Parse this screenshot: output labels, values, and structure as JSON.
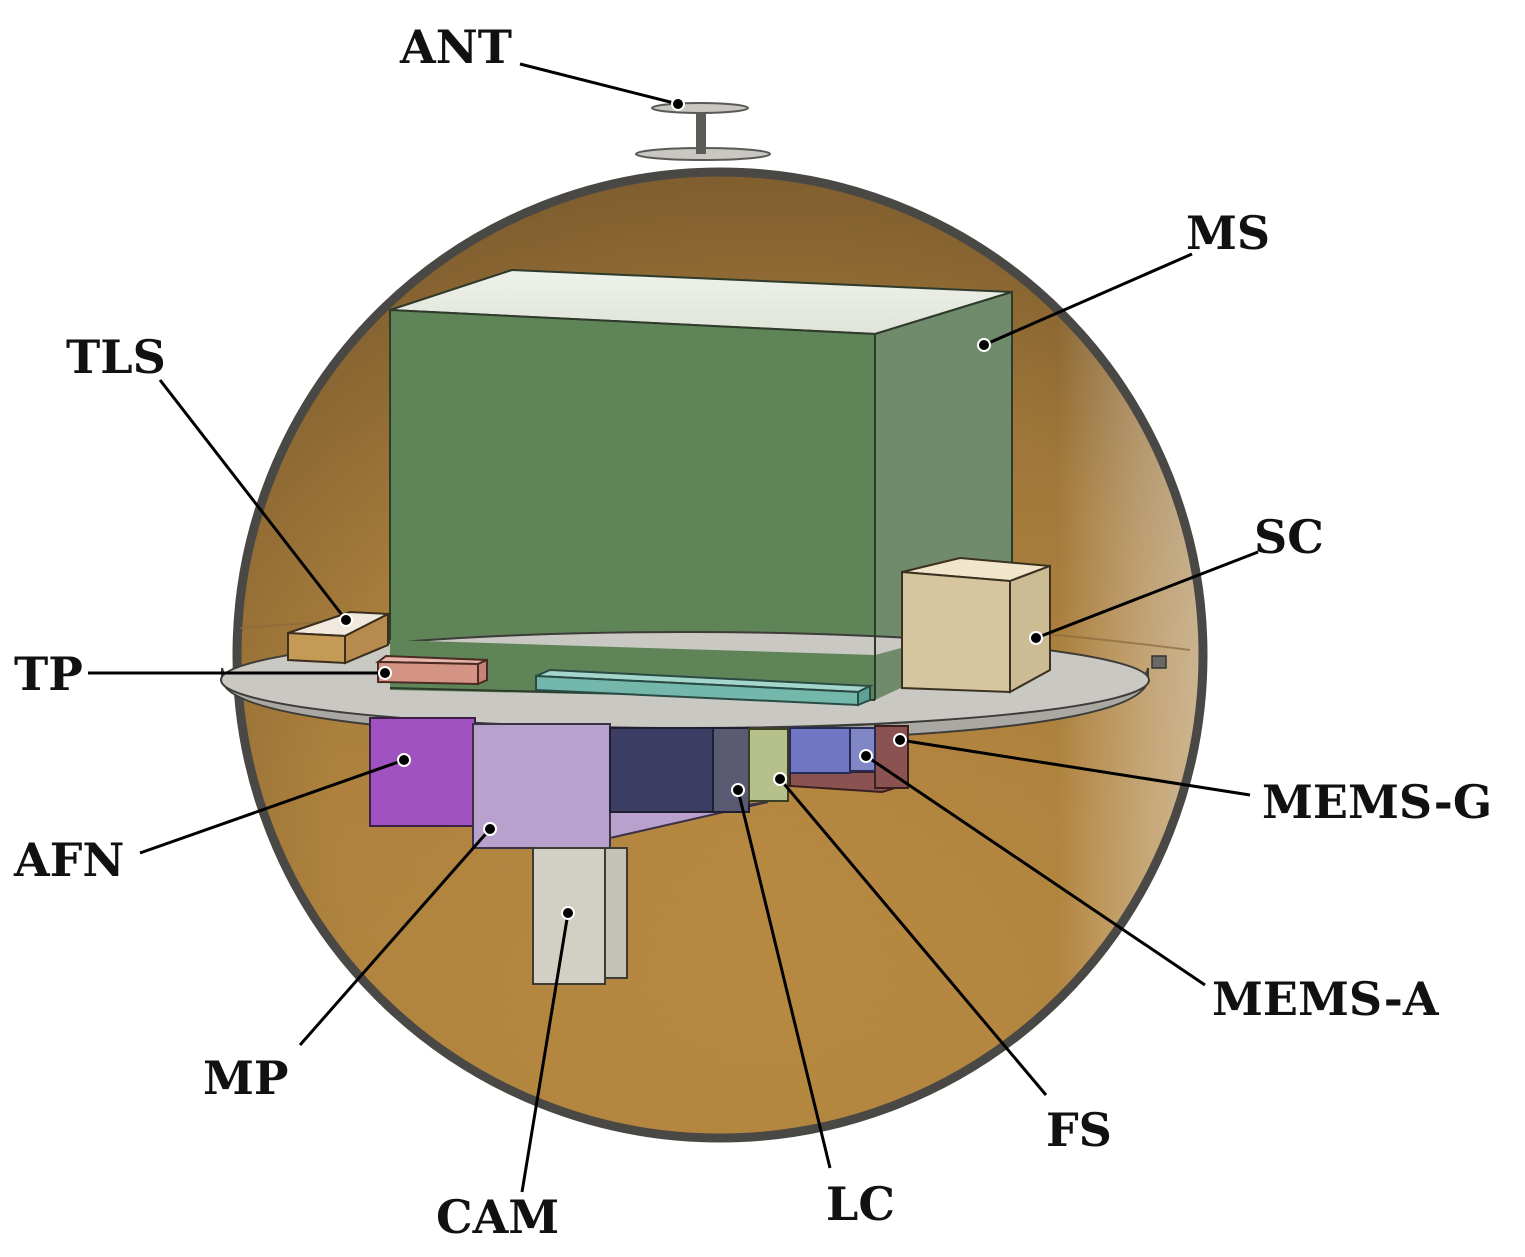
{
  "labels": {
    "ant": "ANT",
    "ms": "MS",
    "tls": "TLS",
    "sc": "SC",
    "tp": "TP",
    "afn": "AFN",
    "mems_g": "MEMS-G",
    "mems_a": "MEMS-A",
    "mp": "MP",
    "fs": "FS",
    "cam": "CAM",
    "lc": "LC"
  },
  "colors": {
    "shell_rim": "#4a4845",
    "shell_inner": "#b2853f",
    "shell_dark": "#7a5a2d",
    "platform": "#c9c8c3",
    "ms_front": "#5f8458",
    "ms_side": "#708a6c",
    "ms_top": "#eeefe7",
    "tls": "#c59a55",
    "tp": "#d49485",
    "sc": "#d6c59e",
    "afn": "#a052c0",
    "mp": "#b8a2cd",
    "cam": "#d2cfc4",
    "lc": "#3c3d62",
    "lc_side": "#5a5b72",
    "fs": "#b6c08a",
    "mems_a": "#6f76c4",
    "mems_g": "#8b5252",
    "rail": "#74b8ac"
  }
}
